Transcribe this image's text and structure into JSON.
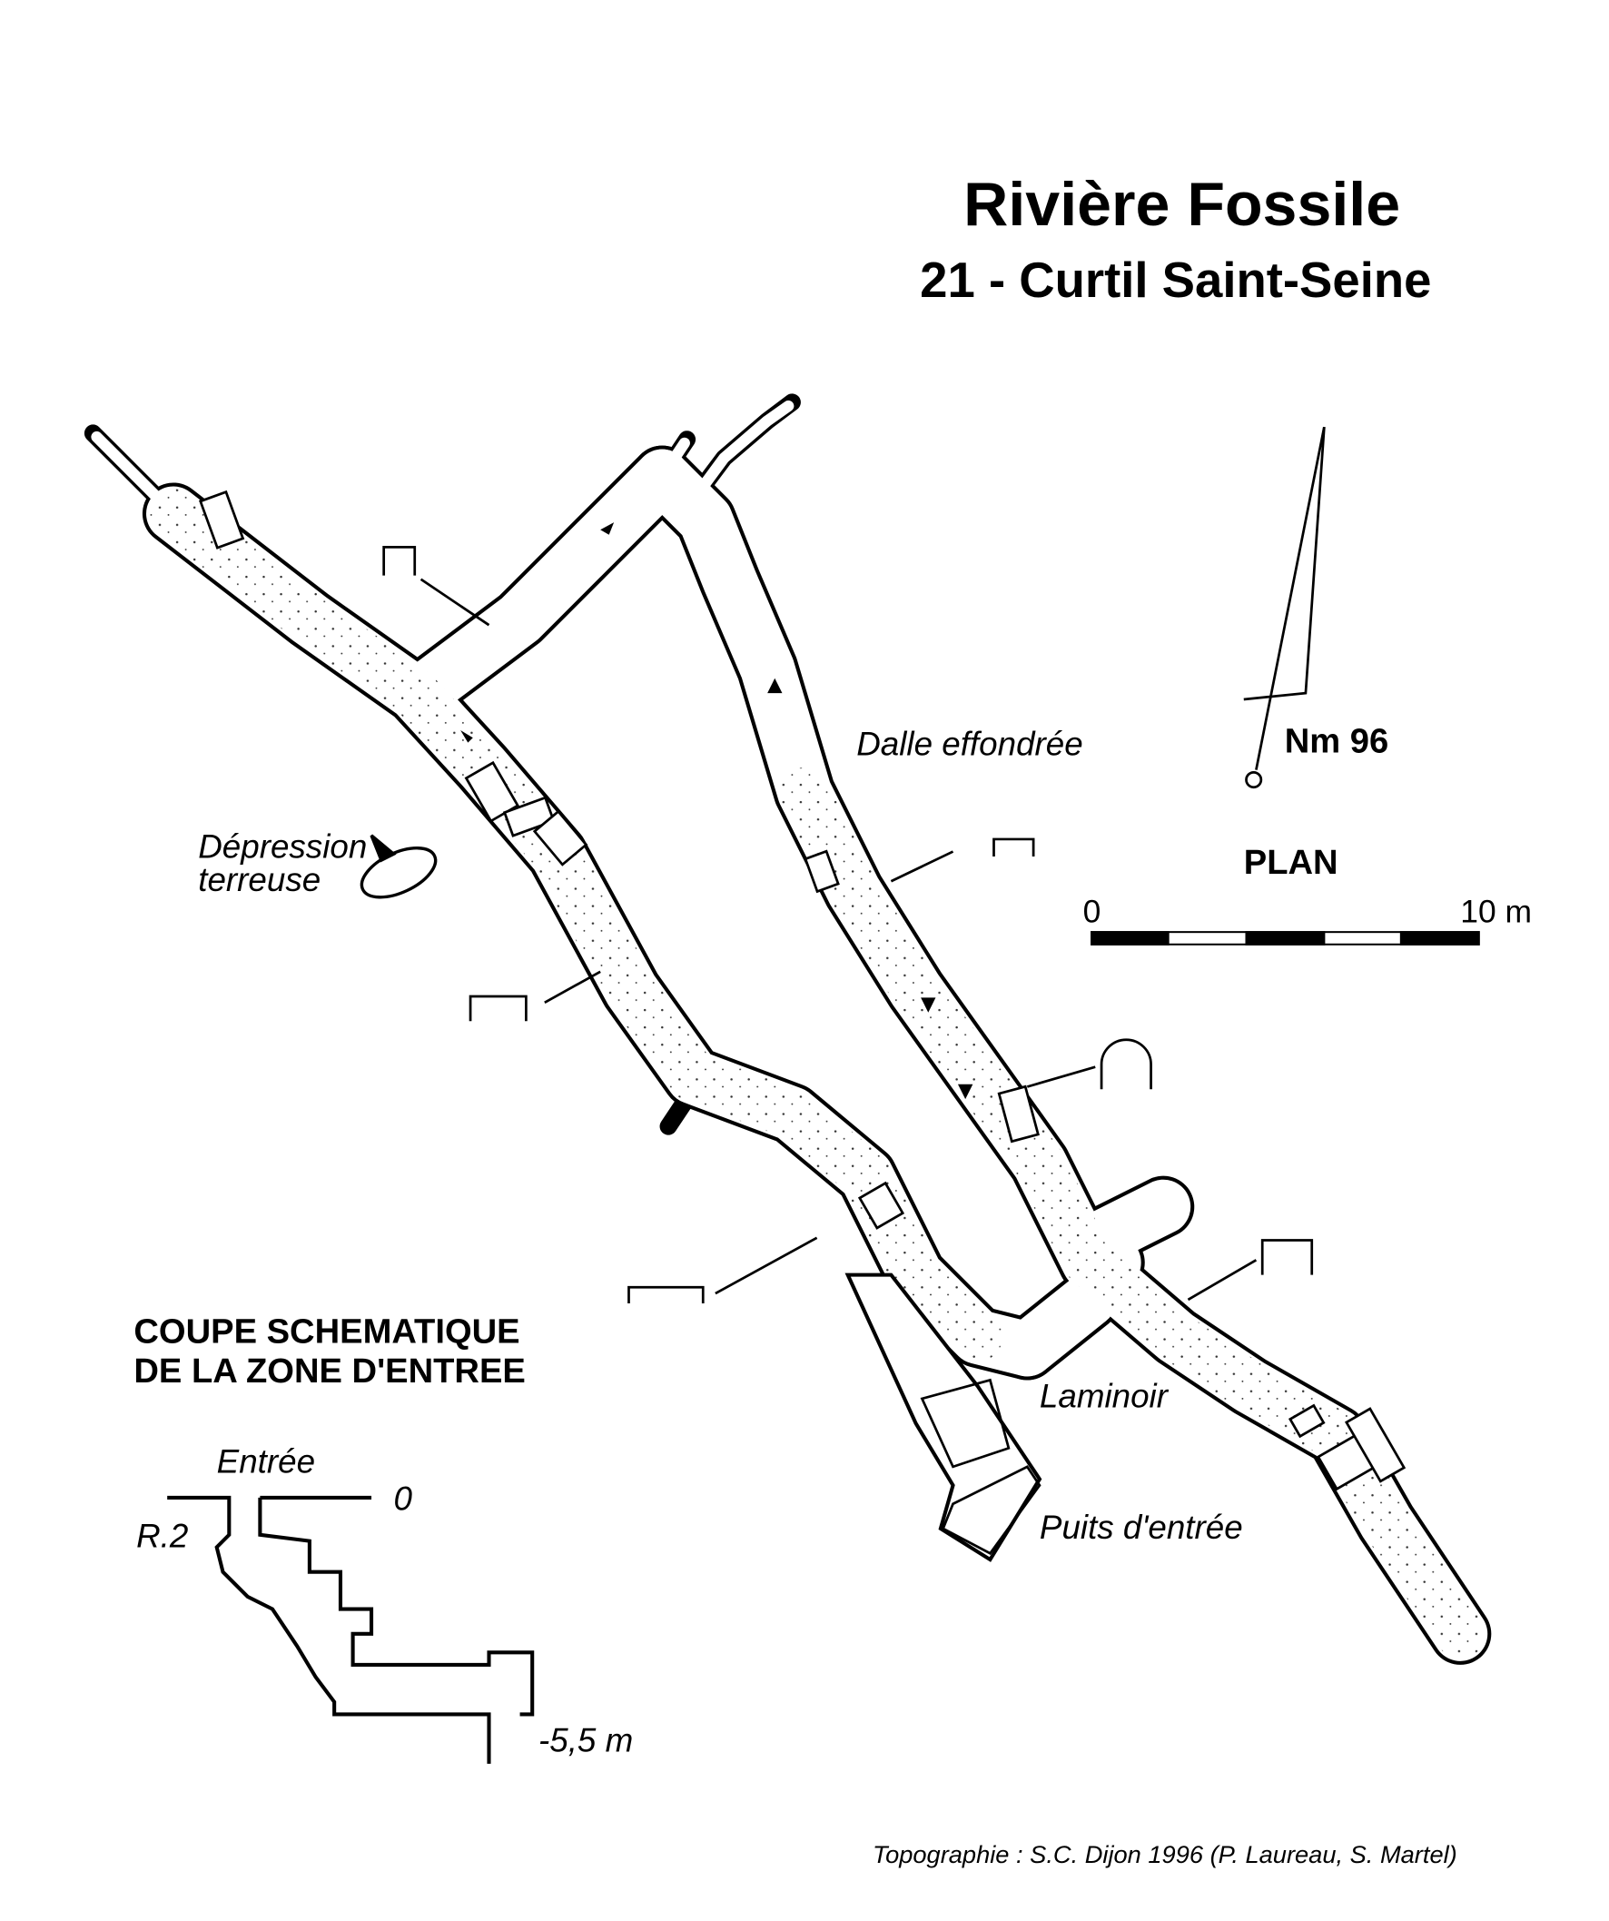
{
  "title": "Rivière Fossile",
  "subtitle": "21 - Curtil Saint-Seine",
  "labels": {
    "dalle": "Dalle effondrée",
    "depression_1": "Dépression",
    "depression_2": "terreuse",
    "laminoir": "Laminoir",
    "puits": "Puits d'entrée"
  },
  "north": {
    "label": "Nm 96",
    "icon": "north-arrow-icon"
  },
  "plan_label": "PLAN",
  "scale": {
    "start": "0",
    "end": "10 m"
  },
  "coupe": {
    "title_1": "COUPE SCHEMATIQUE",
    "title_2": "DE LA ZONE D'ENTREE",
    "entree": "Entrée",
    "zero": "0",
    "r2": "R.2",
    "depth": "-5,5 m"
  },
  "credits": "Topographie : S.C. Dijon 1996 (P. Laureau, S. Martel)"
}
